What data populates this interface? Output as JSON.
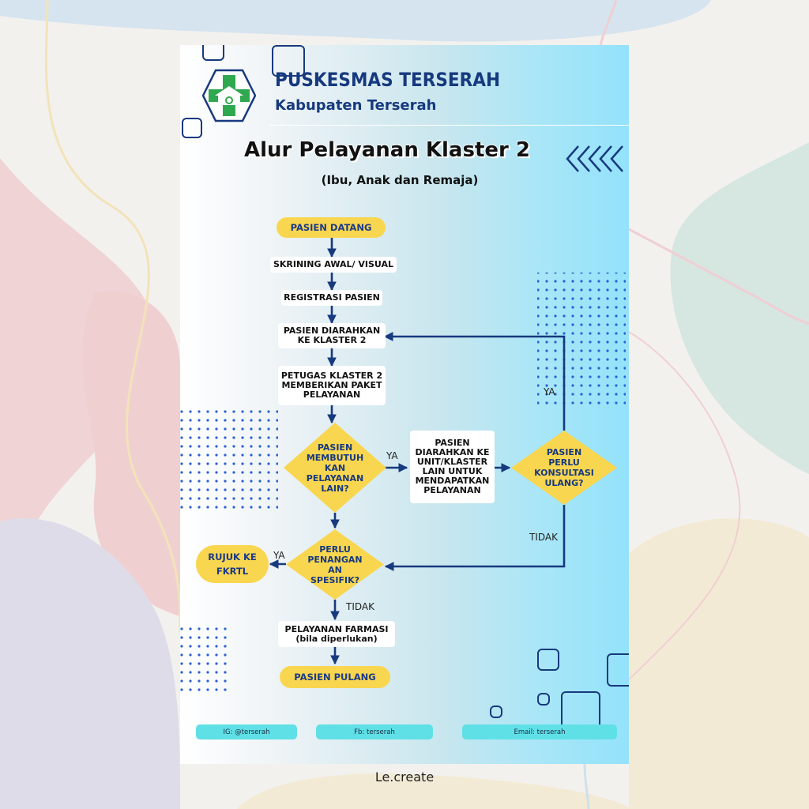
{
  "header": {
    "organization": "PUSKESMAS TERSERAH",
    "region": "Kabupaten Terserah"
  },
  "title": "Alur Pelayanan Klaster 2",
  "subtitle": "(Ibu, Anak dan Remaja)",
  "nodes": {
    "start": "PASIEN DATANG",
    "screening": "SKRINING AWAL/ VISUAL",
    "registration": "REGISTRASI PASIEN",
    "directed": "PASIEN DIARAHKAN\nKE KLASTER 2",
    "service_package": "PETUGAS  KLASTER 2\nMEMBERIKAN PAKET\nPELAYANAN",
    "need_other_service": "PASIEN\nMEMBUTUH\nKAN\nPELAYANAN\nLAIN?",
    "referred_other_unit": "PASIEN\nDIARAHKAN KE\nUNIT/KLASTER\nLAIN UNTUK\nMENDAPATKAN\nPELAYANAN",
    "need_reconsult": "PASIEN\nPERLU\nKONSULTASI\nULANG?",
    "need_specific_care": "PERLU\nPENANGAN\nAN\nSPESIFIK?",
    "refer_fkrtl": "RUJUK KE\nFKRTL",
    "pharmacy": "PELAYANAN FARMASI\n(bila diperlukan)",
    "end": "PASIEN PULANG"
  },
  "edge_labels": {
    "yes_other_service": "YA",
    "yes_reconsult": "YA",
    "no_reconsult": "TIDAK",
    "yes_specific": "YA",
    "no_specific": "TIDAK"
  },
  "footer": {
    "instagram": "IG: @terserah",
    "facebook": "Fb: terserah",
    "email": "Email: terserah"
  },
  "credit": "Le.create",
  "colors": {
    "navy": "#17397e",
    "yellow": "#f9d64f",
    "cyan": "#5fe0e6",
    "logo_green": "#2fa84f"
  }
}
